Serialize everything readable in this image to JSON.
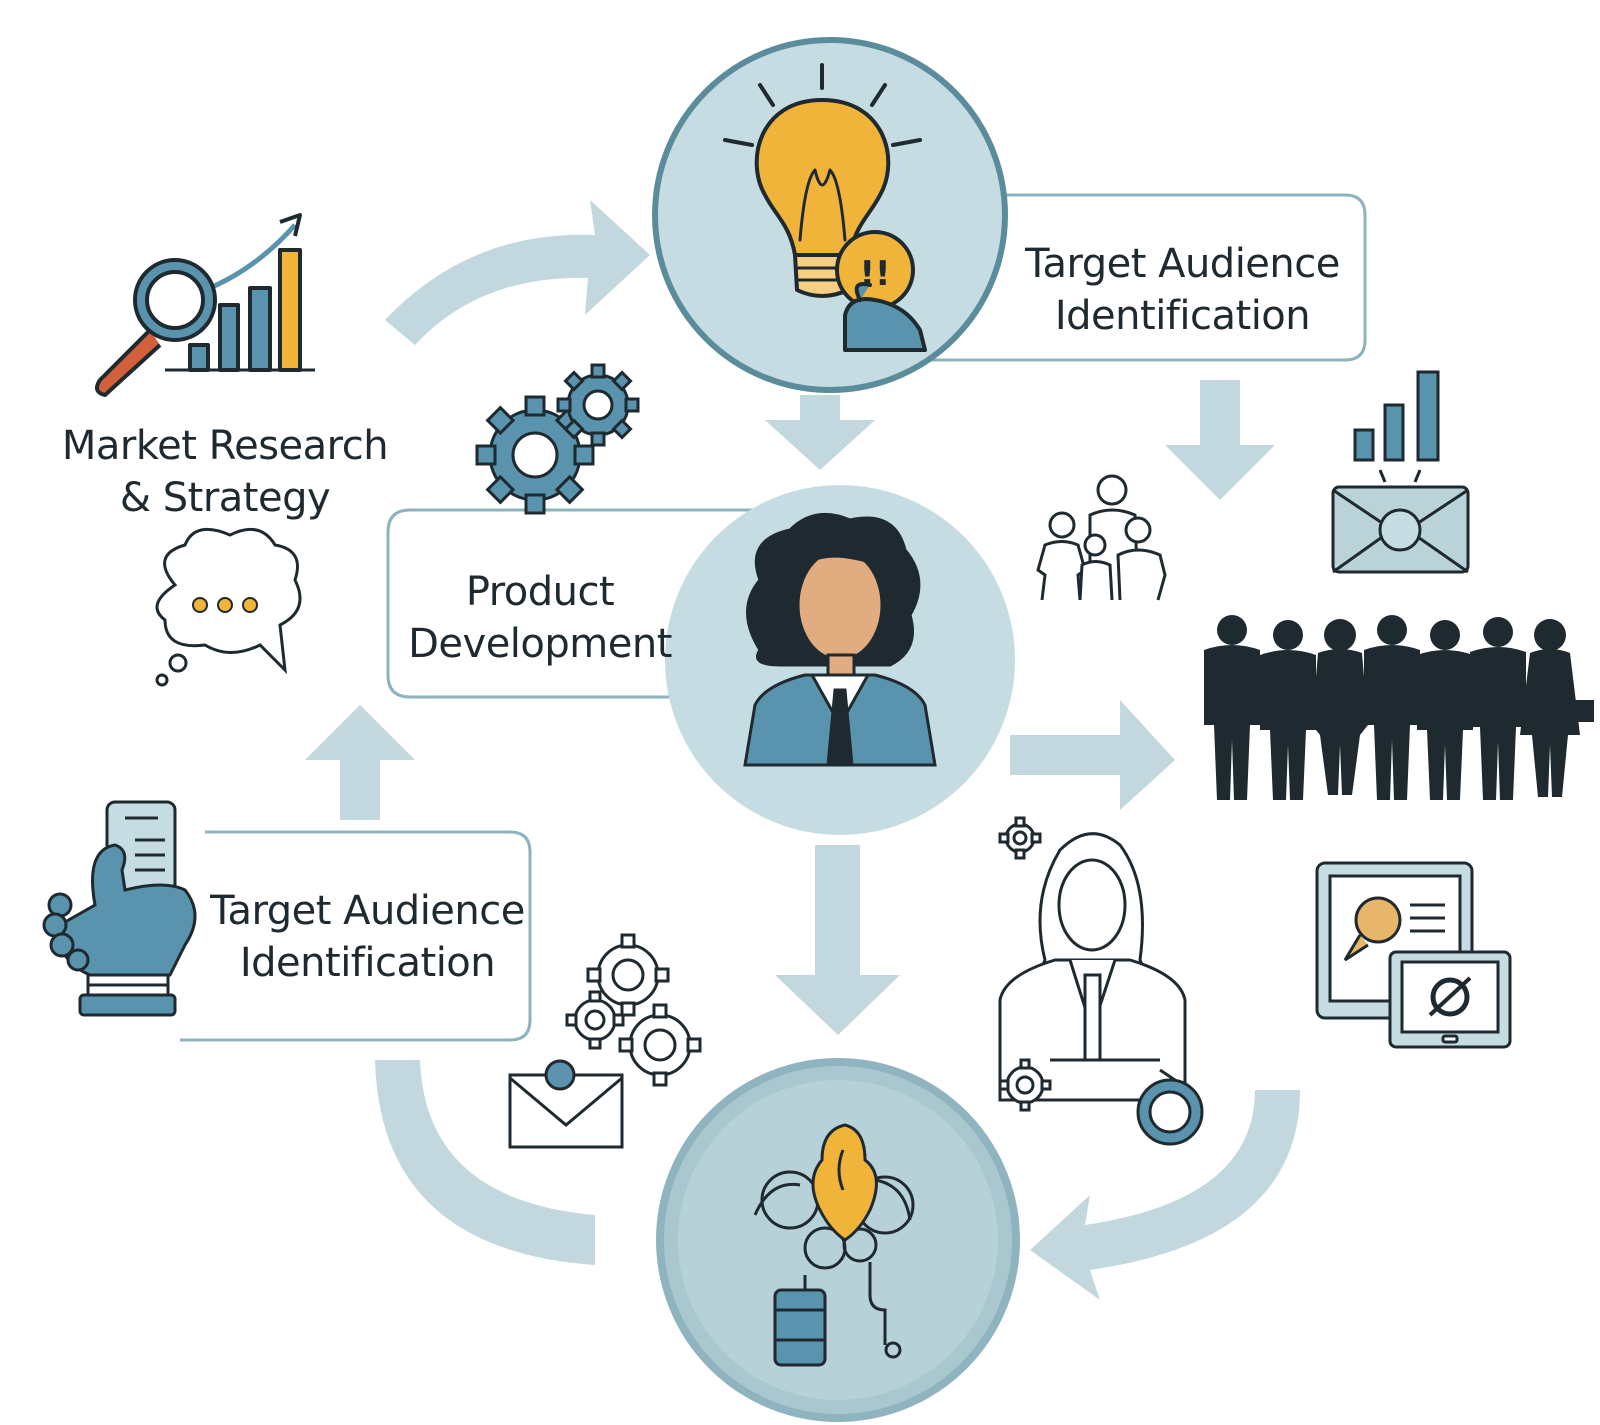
{
  "labels": {
    "market_research": [
      "Market Research",
      "& Strategy"
    ],
    "product_development": [
      "Product",
      "Development"
    ],
    "target_audience_top": [
      "Target Audience",
      "Identification"
    ],
    "target_audience_bottom": [
      "Target Audience",
      "Identification"
    ]
  },
  "colors": {
    "teal_light": "#b9d3d9",
    "teal_circle": "#c5dce2",
    "teal_dark": "#5b8c9c",
    "icon_blue": "#5a93ad",
    "yellow": "#f0b43a",
    "orange": "#d2603a",
    "ink": "#1f2a30",
    "box_border": "#8eb3bf"
  },
  "icons": [
    "lightbulb-icon",
    "search-chart-icon",
    "gears-icon",
    "chat-bubble-icon",
    "businesswoman-icon",
    "family-icon",
    "envelope-chart-icon",
    "crowd-icon",
    "hand-phone-icon",
    "mail-gears-icon",
    "woman-magnifier-icon",
    "devices-icon",
    "brain-network-icon"
  ]
}
